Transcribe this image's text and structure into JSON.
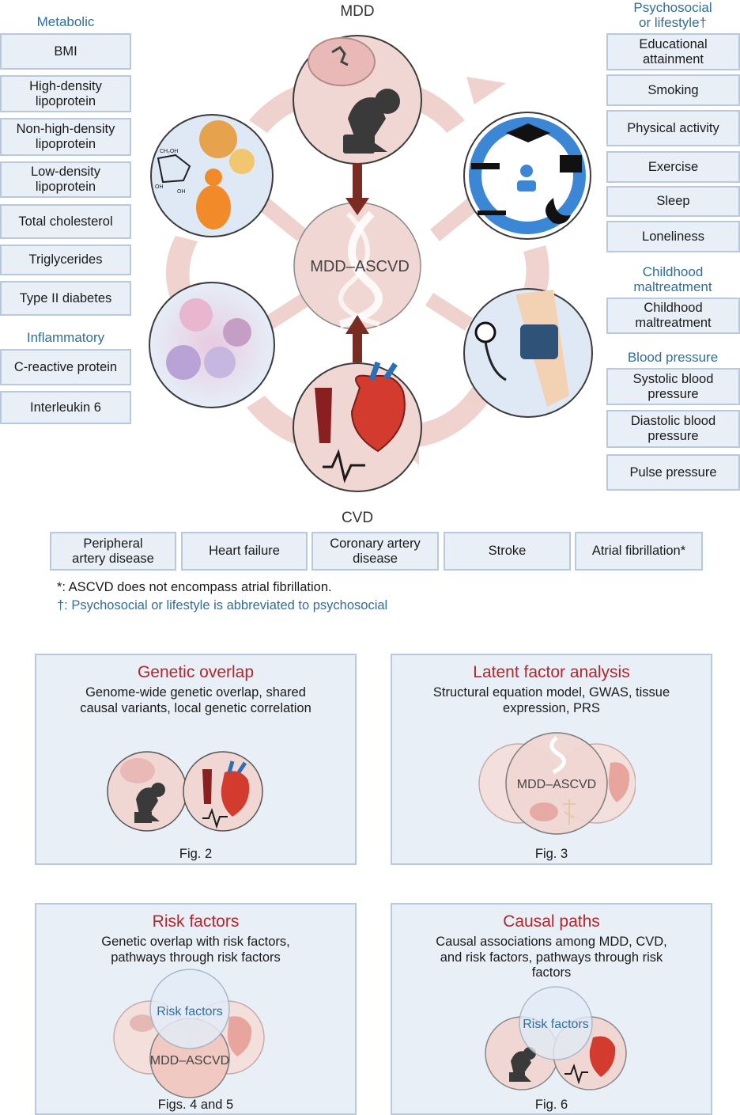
{
  "top": {
    "mdd_label": "MDD",
    "center_label": "MDD–ASCVD",
    "cvd_label": "CVD"
  },
  "left": {
    "metabolic_header": "Metabolic",
    "metabolic_items": [
      "BMI",
      "High-density\nlipoprotein",
      "Non-high-density\nlipoprotein",
      "Low-density\nlipoprotein",
      "Total cholesterol",
      "Triglycerides",
      "Type II diabetes"
    ],
    "inflammatory_header": "Inflammatory",
    "inflammatory_items": [
      "C-reactive protein",
      "Interleukin 6"
    ]
  },
  "right": {
    "psychosocial_header": "Psychosocial\nor lifestyle†",
    "psychosocial_items": [
      "Educational\nattainment",
      "Smoking",
      "Physical activity",
      "Exercise",
      "Sleep",
      "Loneliness"
    ],
    "childhood_header": "Childhood\nmaltreatment",
    "childhood_items": [
      "Childhood\nmaltreatment"
    ],
    "bp_header": "Blood pressure",
    "bp_items": [
      "Systolic blood\npressure",
      "Diastolic blood\npressure",
      "Pulse pressure"
    ]
  },
  "cvd_items": [
    "Peripheral\nartery disease",
    "Heart failure",
    "Coronary artery\ndisease",
    "Stroke",
    "Atrial fibrillation*"
  ],
  "notes": {
    "asterisk": "*: ASCVD does not encompass atrial fibrillation.",
    "dagger": "†: Psychosocial or lifestyle is abbreviated to psychosocial"
  },
  "panels": {
    "genetic": {
      "title": "Genetic overlap",
      "subtitle": "Genome-wide genetic overlap, shared\ncausal variants, local genetic correlation",
      "fig": "Fig. 2"
    },
    "latent": {
      "title": "Latent factor analysis",
      "subtitle": "Structural equation model, GWAS, tissue\nexpression, PRS",
      "fig": "Fig. 3",
      "overlay": "MDD–ASCVD"
    },
    "risk": {
      "title": "Risk factors",
      "subtitle": "Genetic overlap with risk factors,\npathways through risk factors",
      "fig": "Figs. 4 and 5",
      "overlay_rf": "Risk factors",
      "overlay_mdd": "MDD–ASCVD"
    },
    "causal": {
      "title": "Causal paths",
      "subtitle": "Causal associations among MDD, CVD,\nand risk factors, pathways through risk\nfactors",
      "fig": "Fig. 6",
      "overlay_rf": "Risk factors"
    }
  },
  "colors": {
    "header_blue": "#2f6f9a",
    "title_red": "#b3262b",
    "box_fill": "#e9eff7",
    "box_border": "#b9c9dc",
    "circle_fill": "#f1d7d3",
    "circle_border": "#3b3b3b",
    "blue_circle_fill": "#dfe9f6",
    "dark_red_arrow": "#7a2b22",
    "ring": "#efd0cc"
  }
}
